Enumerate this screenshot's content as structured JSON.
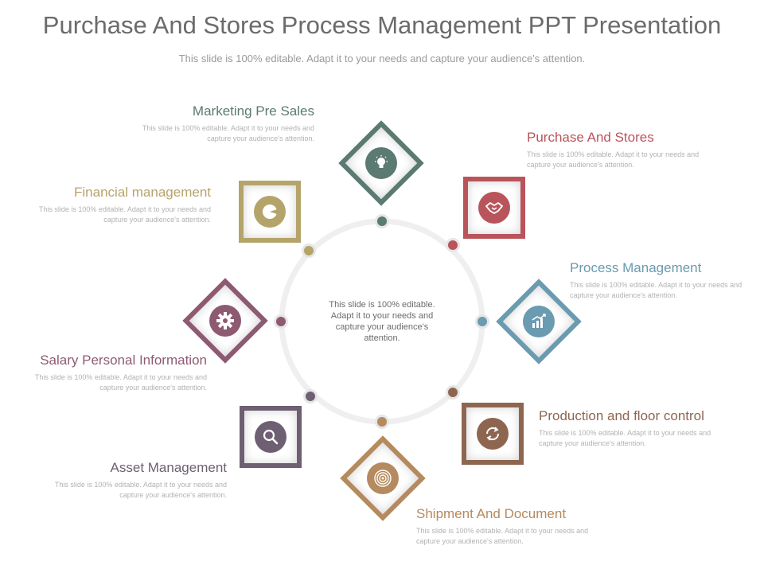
{
  "header": {
    "title": "Purchase And Stores Process Management PPT Presentation",
    "subtitle": "This slide is 100% editable. Adapt it to your needs and capture your audience's attention."
  },
  "center": {
    "text": "This slide is 100% editable. Adapt it to your needs and capture your audience's attention."
  },
  "items": [
    {
      "title": "Marketing Pre Sales",
      "desc": "This slide is 100% editable. Adapt it to your needs and capture your audience's attention.",
      "color": "#5a7a72",
      "icon": "lightbulb-icon"
    },
    {
      "title": "Purchase And Stores",
      "desc": "This slide is 100% editable. Adapt it to your needs and capture your audience's attention.",
      "color": "#b9545b",
      "icon": "handshake-icon"
    },
    {
      "title": "Process Management",
      "desc": "This slide is 100% editable. Adapt it to your needs and capture your audience's attention.",
      "color": "#6a9bb0",
      "icon": "growth-chart-icon"
    },
    {
      "title": "Production and floor control",
      "desc": "This slide is 100% editable. Adapt it to your needs and capture your audience's attention.",
      "color": "#8e6650",
      "icon": "refresh-cycle-icon"
    },
    {
      "title": "Shipment And Document",
      "desc": "This slide is 100% editable. Adapt it to your needs and capture your audience's attention.",
      "color": "#b58a5e",
      "icon": "target-icon"
    },
    {
      "title": "Asset Management",
      "desc": "This slide is 100% editable. Adapt it to your needs and capture your audience's attention.",
      "color": "#6e5f72",
      "icon": "magnifier-icon"
    },
    {
      "title": "Salary Personal Information",
      "desc": "This slide is 100% editable. Adapt it to your needs and capture your audience's attention.",
      "color": "#8e5a72",
      "icon": "gear-icon"
    },
    {
      "title": "Financial management",
      "desc": "This slide is 100% editable. Adapt it to your needs and capture your audience's attention.",
      "color": "#b5a46a",
      "icon": "pie-chart-icon"
    }
  ]
}
